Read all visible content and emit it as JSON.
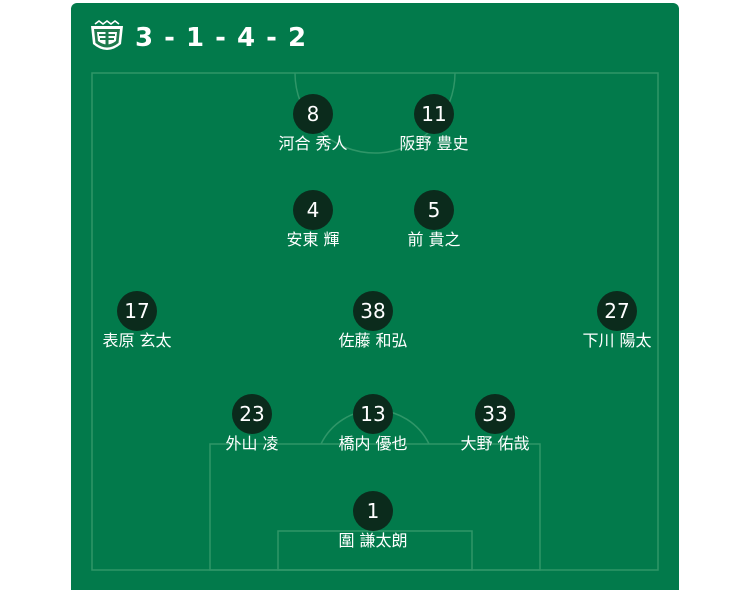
{
  "formation": "3 - 1 - 4 - 2",
  "colors": {
    "pitch": "#027a4b",
    "lines": "#2f9668",
    "number_badge": "#0b2b1c",
    "text": "#ffffff"
  },
  "crest_icon": "club-crest-icon",
  "players": [
    {
      "number": "8",
      "name": "河合 秀人",
      "position": "FW"
    },
    {
      "number": "11",
      "name": "阪野 豊史",
      "position": "FW"
    },
    {
      "number": "4",
      "name": "安東 輝",
      "position": "MF"
    },
    {
      "number": "5",
      "name": "前 貴之",
      "position": "MF"
    },
    {
      "number": "17",
      "name": "表原 玄太",
      "position": "MF"
    },
    {
      "number": "38",
      "name": "佐藤 和弘",
      "position": "MF"
    },
    {
      "number": "27",
      "name": "下川 陽太",
      "position": "MF"
    },
    {
      "number": "23",
      "name": "外山 凌",
      "position": "DF"
    },
    {
      "number": "13",
      "name": "橋内 優也",
      "position": "DF"
    },
    {
      "number": "33",
      "name": "大野 佑哉",
      "position": "DF"
    },
    {
      "number": "1",
      "name": "圍 謙太朗",
      "position": "GK"
    }
  ]
}
